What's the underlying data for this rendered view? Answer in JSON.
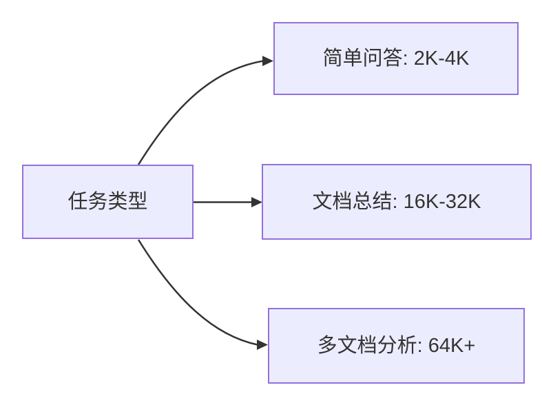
{
  "diagram": {
    "type": "flowchart",
    "direction": "LR",
    "colors": {
      "background": "#ffffff",
      "node-fill": "#ECECFF",
      "node-border": "#9370DB",
      "edge": "#333333",
      "text": "#333333"
    },
    "nodes": {
      "root": {
        "label": "任务类型"
      },
      "simple_qa": {
        "label": "简单问答: 2K-4K"
      },
      "doc_summary": {
        "label": "文档总结: 16K-32K"
      },
      "multi_doc": {
        "label": "多文档分析: 64K+"
      }
    },
    "edges": [
      {
        "from": "任务类型",
        "to": "简单问答: 2K-4K"
      },
      {
        "from": "任务类型",
        "to": "文档总结: 16K-32K"
      },
      {
        "from": "任务类型",
        "to": "多文档分析: 64K+"
      }
    ]
  }
}
